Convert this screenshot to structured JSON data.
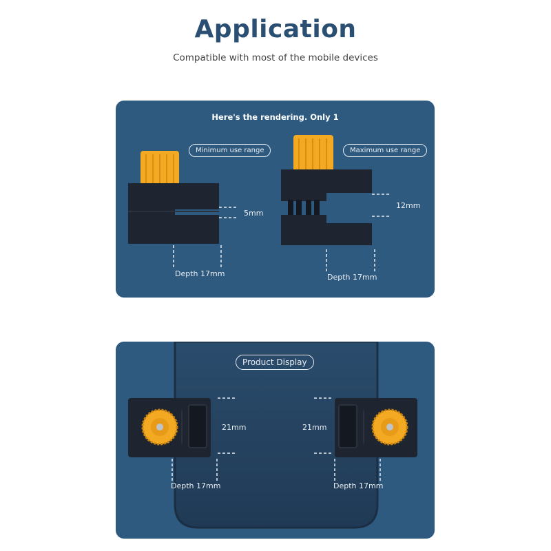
{
  "header": {
    "title": "Application",
    "subtitle": "Compatible with most of the mobile devices"
  },
  "rendering_panel": {
    "heading": "Here's the rendering. Only 1",
    "min_label": "Minimum use range",
    "max_label": "Maximum use range",
    "min_gap": "5mm",
    "max_gap": "12mm",
    "depth_left": "Depth 17mm",
    "depth_right": "Depth 17mm"
  },
  "product_panel": {
    "heading": "Product Display",
    "width_left": "21mm",
    "width_right": "21mm",
    "depth_left": "Depth 17mm",
    "depth_right": "Depth 17mm"
  },
  "colors": {
    "panel_bg": "#2f5a80",
    "title": "#2a4f72",
    "clamp_body": "#1f2530",
    "knob": "#f3a922"
  }
}
